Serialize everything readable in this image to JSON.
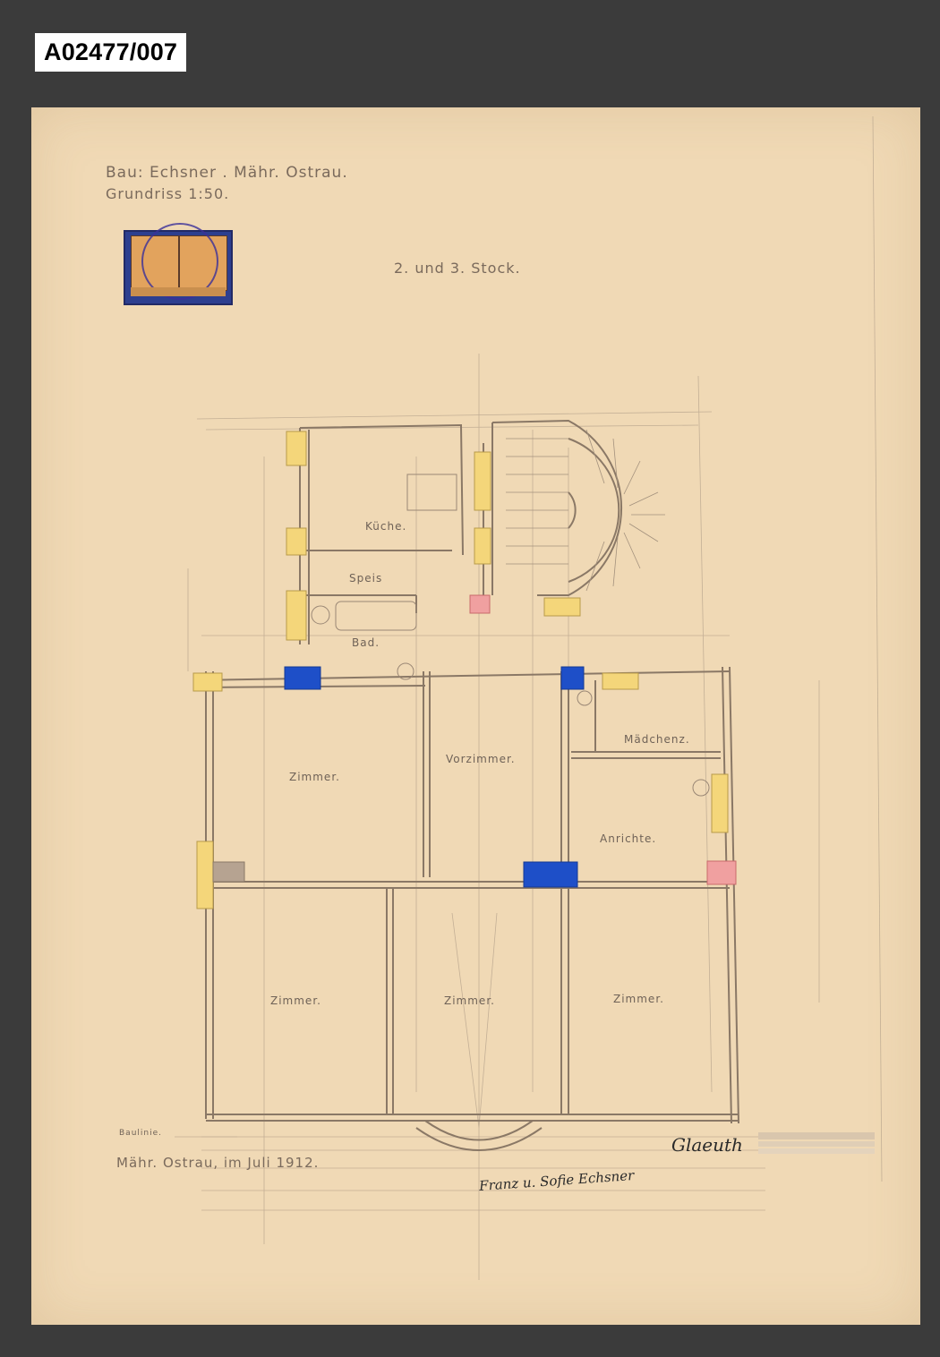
{
  "archive_id": "A02477/007",
  "header": {
    "title": "Bau: Echsner . Mähr. Ostrau.",
    "scale": "Grundriss 1:50.",
    "floor": "2. und 3. Stock."
  },
  "rooms": {
    "kueche": "Küche.",
    "speis": "Speis",
    "bad": "Bad.",
    "zimmer_left": "Zimmer.",
    "vorzimmer": "Vorzimmer.",
    "maedchen": "Mädchenz.",
    "anrichte": "Anrichte.",
    "zimmer_1": "Zimmer.",
    "zimmer_2": "Zimmer.",
    "zimmer_3": "Zimmer.",
    "baulinie": "Baulinie."
  },
  "footer": {
    "date": "Mähr. Ostrau, im Juli 1912.",
    "signature_owner": "Franz u. Sofie Echsner",
    "signature_builder": "Glaeuth"
  },
  "colors": {
    "paper": "#f0d9b5",
    "chimney_yellow": "#f4d67a",
    "chimney_blue": "#1e4fc8",
    "chimney_pink": "#f0a0a0",
    "pencil": "#9a8775"
  }
}
